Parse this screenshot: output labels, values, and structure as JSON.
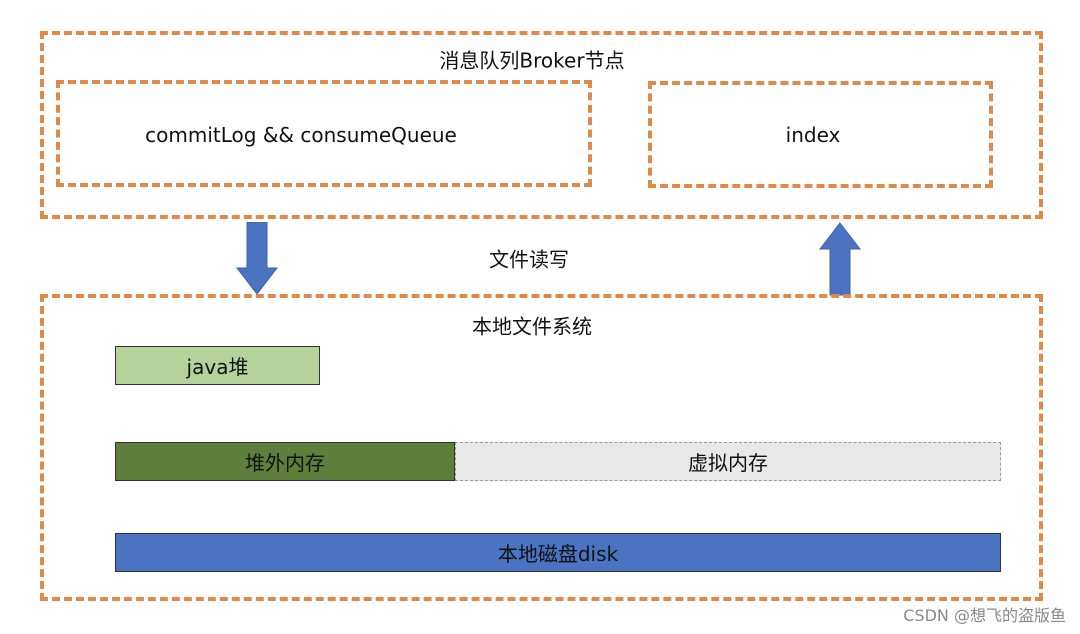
{
  "broker": {
    "title": "消息队列Broker节点",
    "left_box_label": "commitLog && consumeQueue",
    "right_box_label": "index"
  },
  "middle": {
    "label": "文件读写"
  },
  "filesystem": {
    "title": "本地文件系统",
    "java_heap": "java堆",
    "off_heap": "堆外内存",
    "virtual_memory": "虚拟内存",
    "local_disk": "本地磁盘disk"
  },
  "colors": {
    "border": "#e08a4a",
    "java_heap_bg": "#b3d39b",
    "off_heap_bg": "#5e7e3b",
    "virtual_memory_bg": "#e8e8e8",
    "disk_bg": "#4a73c2",
    "arrow": "#4a73c2"
  },
  "watermark": "CSDN @想飞的盗版鱼"
}
